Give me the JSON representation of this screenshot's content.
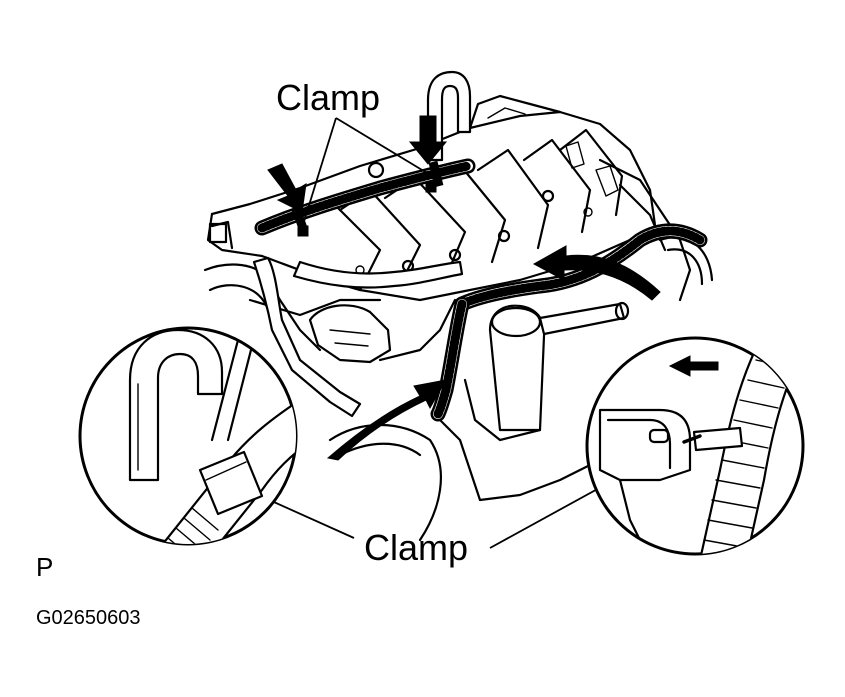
{
  "labels": {
    "clamp_top": "Clamp",
    "clamp_bottom": "Clamp",
    "corner": "P",
    "figure_id": "G02650603"
  },
  "colors": {
    "ink": "#000000",
    "paper": "#ffffff"
  }
}
